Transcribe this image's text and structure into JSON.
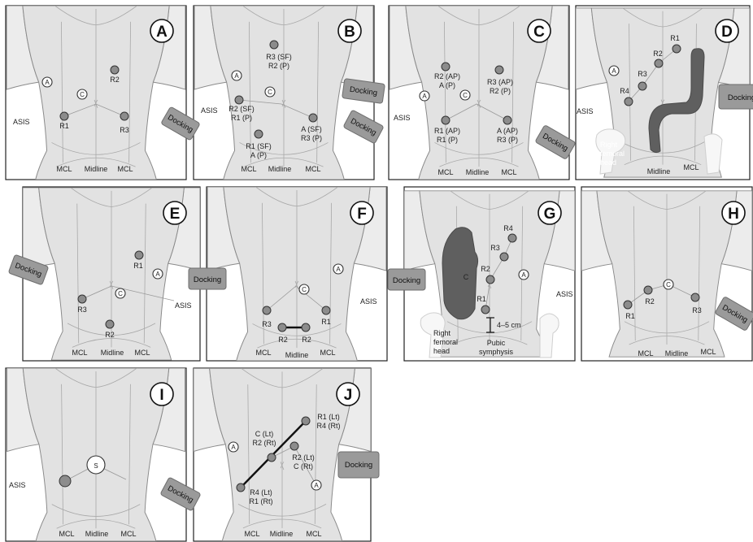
{
  "panels": [
    {
      "letter": "A",
      "mark_A": "A",
      "mark_C": "C",
      "r1": "R1",
      "r2": "R2",
      "r3": "R3",
      "asis": "ASIS",
      "docking": "Docking",
      "mcl_left": "MCL",
      "midline": "Midline",
      "mcl_right": "MCL"
    },
    {
      "letter": "B",
      "mark_A": "A",
      "mark_C": "C",
      "r3_top_1": "R3 (SF)",
      "r3_top_2": "R2 (P)",
      "r2_1": "R2 (SF)",
      "r2_2": "R1 (P)",
      "r1_1": "R1 (SF)",
      "r1_2": "A (P)",
      "a_1": "A (SF)",
      "a_2": "R3 (P)",
      "asis": "ASIS",
      "docking_top": "Docking",
      "docking_bottom": "Docking",
      "mcl_left": "MCL",
      "midline": "Midline",
      "mcl_right": "MCL"
    },
    {
      "letter": "C",
      "mark_A": "A",
      "mark_C": "C",
      "r2_1": "R2 (AP)",
      "r2_2": "A (P)",
      "r3_1": "R3 (AP)",
      "r3_2": "R2 (P)",
      "r1_1": "R1 (AP)",
      "r1_2": "R1 (P)",
      "a_1": "A (AP)",
      "a_2": "R3 (P)",
      "asis": "ASIS",
      "docking": "Docking",
      "mcl_left": "MCL",
      "midline": "Midline",
      "mcl_right": "MCL"
    },
    {
      "letter": "D",
      "mark_A": "A",
      "r1": "R1",
      "r2": "R2",
      "r3": "R3",
      "r4": "R4",
      "asis": "ASIS",
      "docking": "Docking",
      "femoral_1": "Right",
      "femoral_2": "femoral",
      "femoral_3": "head",
      "midline": "Midline",
      "mcl_right": "MCL"
    },
    {
      "letter": "E",
      "mark_A": "A",
      "mark_C": "C",
      "r1": "R1",
      "r2": "R2",
      "r3": "R3",
      "asis": "ASIS",
      "docking": "Docking",
      "mcl_left": "MCL",
      "midline": "Midline",
      "mcl_right": "MCL"
    },
    {
      "letter": "F",
      "mark_A": "A",
      "mark_C": "C",
      "r1": "R1",
      "r2a": "R2",
      "r2b": "R2",
      "r3": "R3",
      "asis": "ASIS",
      "docking": "Docking",
      "mcl_left": "MCL",
      "midline": "Midline",
      "mcl_right": "MCL"
    },
    {
      "letter": "G",
      "mark_A": "A",
      "colon_c": "C",
      "r1": "R1",
      "r2": "R2",
      "r3": "R3",
      "r4": "R4",
      "asis": "ASIS",
      "docking": "Docking",
      "distance": "4–5 cm",
      "pubic_1": "Pubic",
      "pubic_2": "symphysis",
      "femoral_1": "Right",
      "femoral_2": "femoral",
      "femoral_3": "head"
    },
    {
      "letter": "H",
      "mark_C": "C",
      "r1": "R1",
      "r2": "R2",
      "r3": "R3",
      "docking": "Docking",
      "mcl_left": "MCL",
      "midline": "Midline",
      "mcl_right": "MCL"
    },
    {
      "letter": "I",
      "mark_S": "S",
      "asis": "ASIS",
      "docking": "Docking",
      "mcl_left": "MCL",
      "midline": "Midline",
      "mcl_right": "MCL"
    },
    {
      "letter": "J",
      "mark_A_left": "A",
      "mark_A_right": "A",
      "c_1": "C (Lt)",
      "c_2": "R2 (Rt)",
      "r1_1": "R1 (Lt)",
      "r1_2": "R4 (Rt)",
      "r2_1": "R2 (Lt)",
      "r2_2": "C (Rt)",
      "r4_1": "R4 (Lt)",
      "r4_2": "R1 (Rt)",
      "docking": "Docking",
      "mcl_left": "MCL",
      "midline": "Midline",
      "mcl_right": "MCL"
    }
  ]
}
